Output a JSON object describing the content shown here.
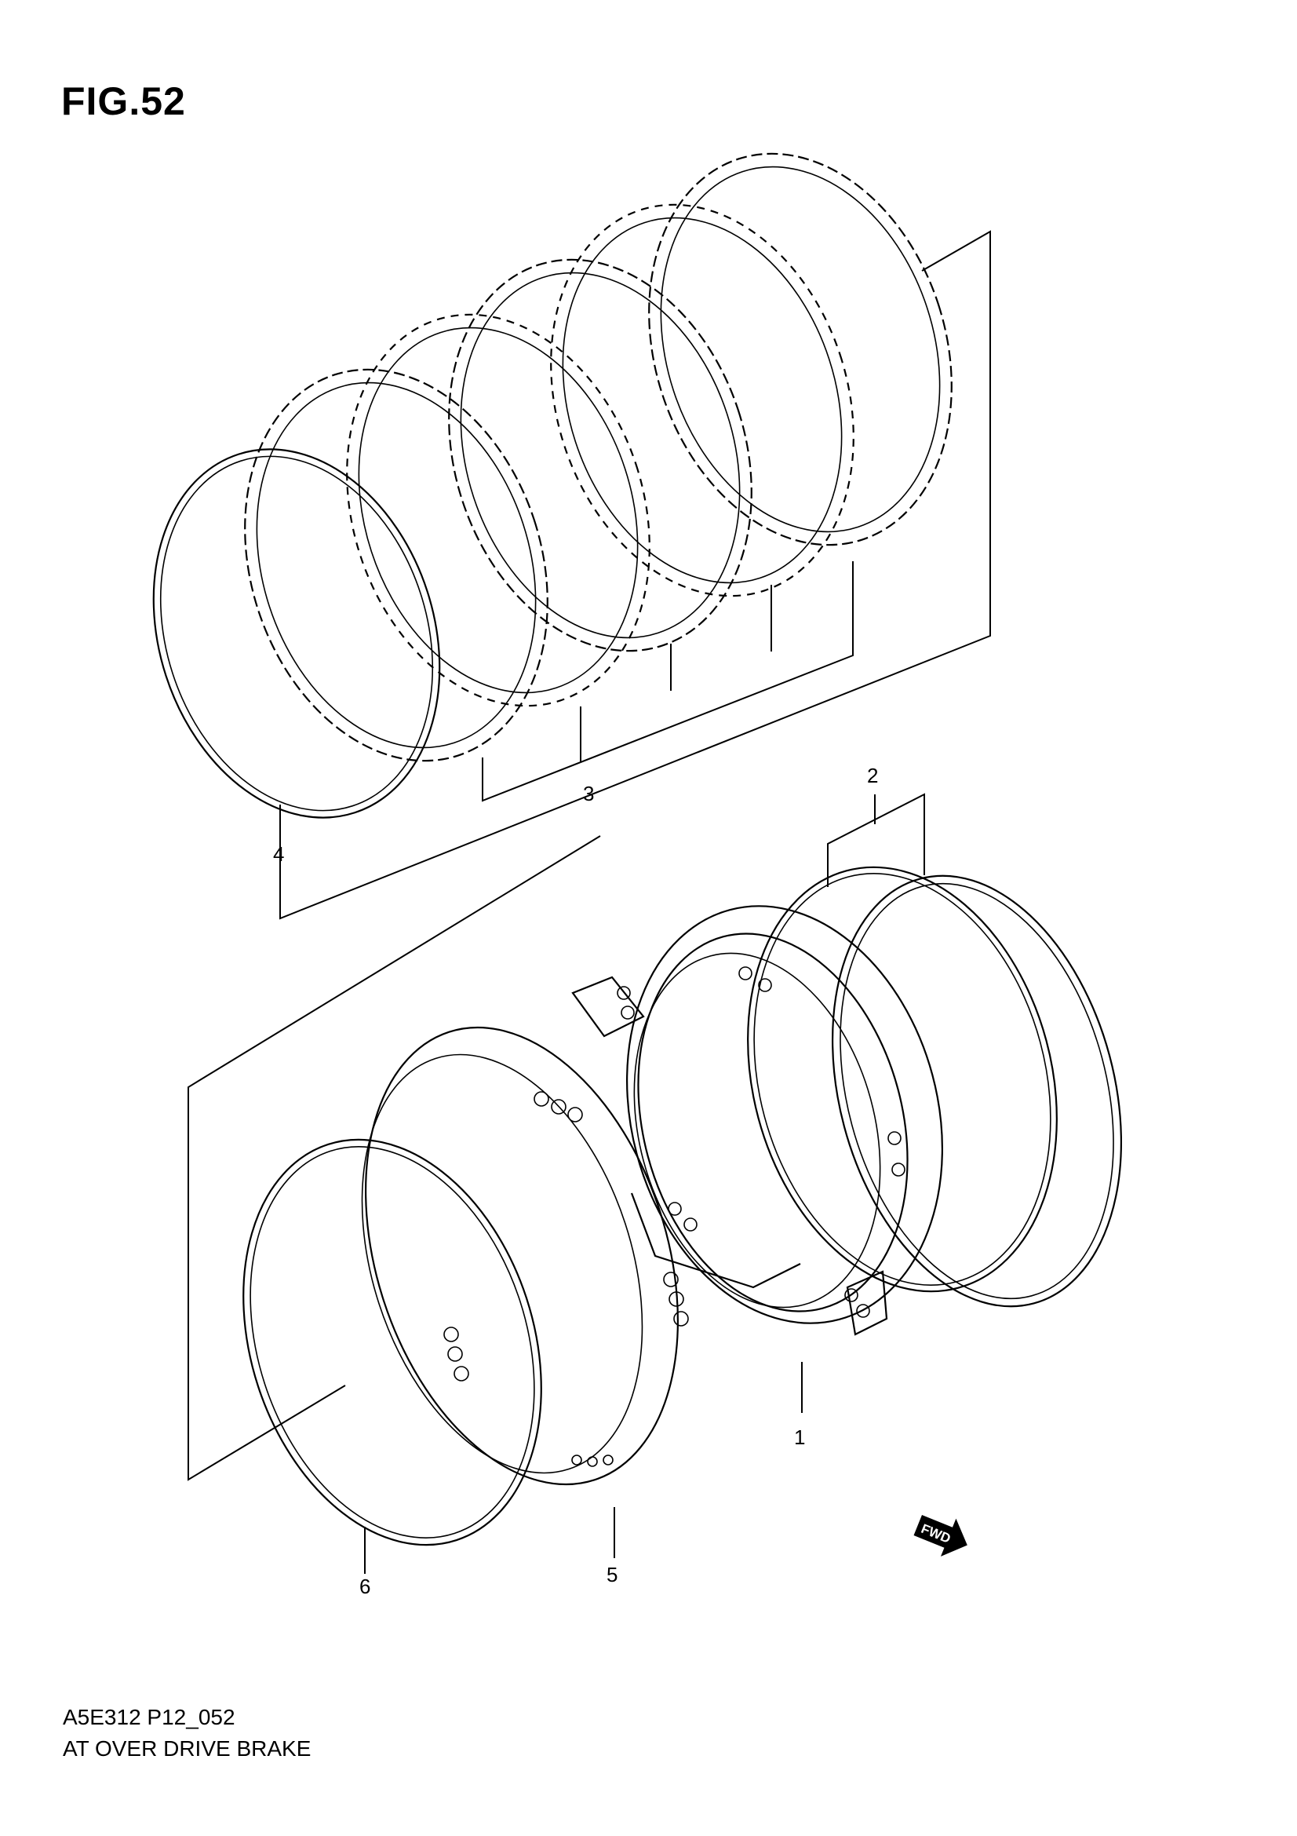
{
  "figure": {
    "title": "FIG.52"
  },
  "callouts": [
    "1",
    "2",
    "3",
    "4",
    "5",
    "6"
  ],
  "footer": {
    "code": "A5E312 P12_052",
    "caption": "AT OVER DRIVE BRAKE"
  },
  "fwd_arrow": {
    "label": "FWD"
  }
}
